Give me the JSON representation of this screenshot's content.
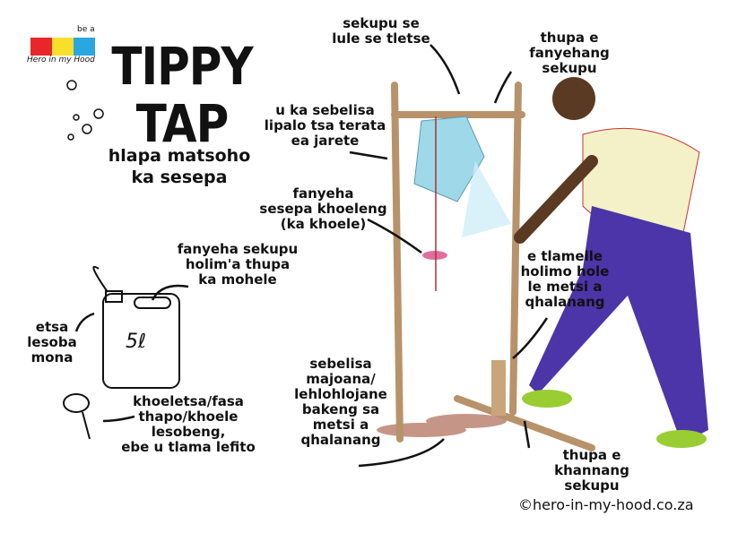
{
  "logo": {
    "top": "be a",
    "bottom": "Hero in my Hood"
  },
  "title": "TIPPY\nTAP",
  "subtitle": "hlapa matsoho\nka sesepa",
  "labels": {
    "hook": "sekupu se\nlule se tletse",
    "crossbar": "thupa e\nfanyehang sekupu",
    "container": "u ka sebelisa\nlipalo tsa terata\nea jarete",
    "soap": "fanyeha\nsesepa khoeleng\n(ka khoele)",
    "hang": "fanyeha sekupu\nholim'a thupa\nka mohele",
    "hole": "etsa\nlesoba\nmona",
    "cap": "khoeletsa/fasa\nthapo/khoele\nlesobeng,\nebe u tlama lefito",
    "stones": "sebelisa\nmajoana/\nlehlohlojane\nbakeng sa\nmetsi a\nqhalanang",
    "stick": "e tlamelle\nholimo hole\nle metsi a\nqhalanang",
    "pedal": "thupa e\nkhannang sekupu",
    "jug_volume": "5ℓ"
  },
  "copyright": "©hero-in-my-hood.co.za",
  "colors": {
    "wood": "#b8926a",
    "water": "#9fd8e8",
    "shirt": "#f4f0c8",
    "pants": "#4b35a8",
    "skin": "#5a3a22",
    "shoes": "#9acd32"
  }
}
